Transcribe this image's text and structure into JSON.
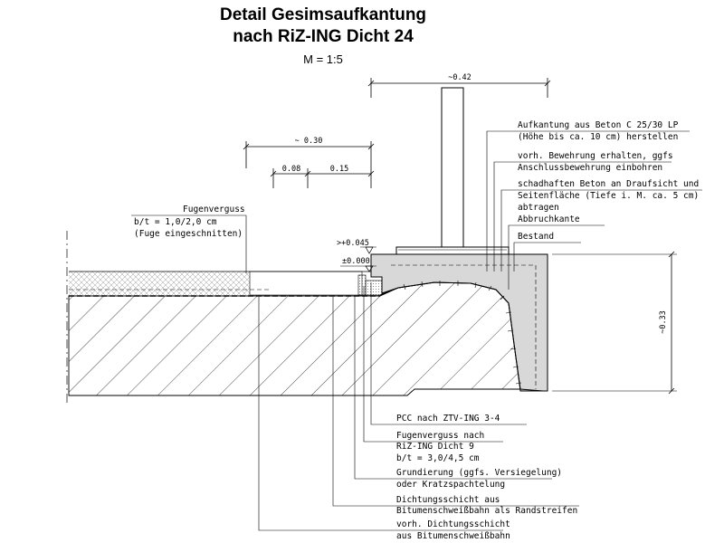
{
  "title": {
    "line1": "Detail Gesimsaufkantung",
    "line2": "nach RiZ-ING Dicht 24",
    "scale": "M = 1:5"
  },
  "dimensions": {
    "d042": "~0.42",
    "d030": "~ 0.30",
    "d008": "0.08",
    "d015": "0.15",
    "d033": "~0.33",
    "lvl_plus": ">+0.045",
    "lvl_zero": "±0.000"
  },
  "labels": {
    "fugen_top_1": "Fugenverguss",
    "fugen_top_2": "b/t = 1,0/2,0 cm",
    "fugen_top_3": "(Fuge eingeschnitten)",
    "aufk_1": "Aufkantung aus Beton C 25/30 LP",
    "aufk_2": "(Höhe bis ca. 10 cm) herstellen",
    "bew_1": "vorh. Bewehrung erhalten, ggfs",
    "bew_2": "Anschlussbewehrung einbohren",
    "schad_1": "schadhaften Beton an Draufsicht und",
    "schad_2": "Seitenfläche (Tiefe i. M. ca. 5 cm)",
    "schad_3": "abtragen",
    "abbruch": "Abbruchkante",
    "bestand": "Bestand",
    "pcc": "PCC nach ZTV-ING 3-4",
    "fv_1": "Fugenverguss nach",
    "fv_2": "RiZ-ING Dicht 9",
    "fv_3": "b/t = 3,0/4,5 cm",
    "grund_1": "Grundierung (ggfs. Versiegelung)",
    "grund_2": "oder Kratzspachtelung",
    "dicht_1": "Dichtungsschicht aus",
    "dicht_2": "Bitumenschweißbahn als Randstreifen",
    "vorh_1": "vorh. Dichtungsschicht",
    "vorh_2": "aus Bitumenschweißbahn"
  }
}
